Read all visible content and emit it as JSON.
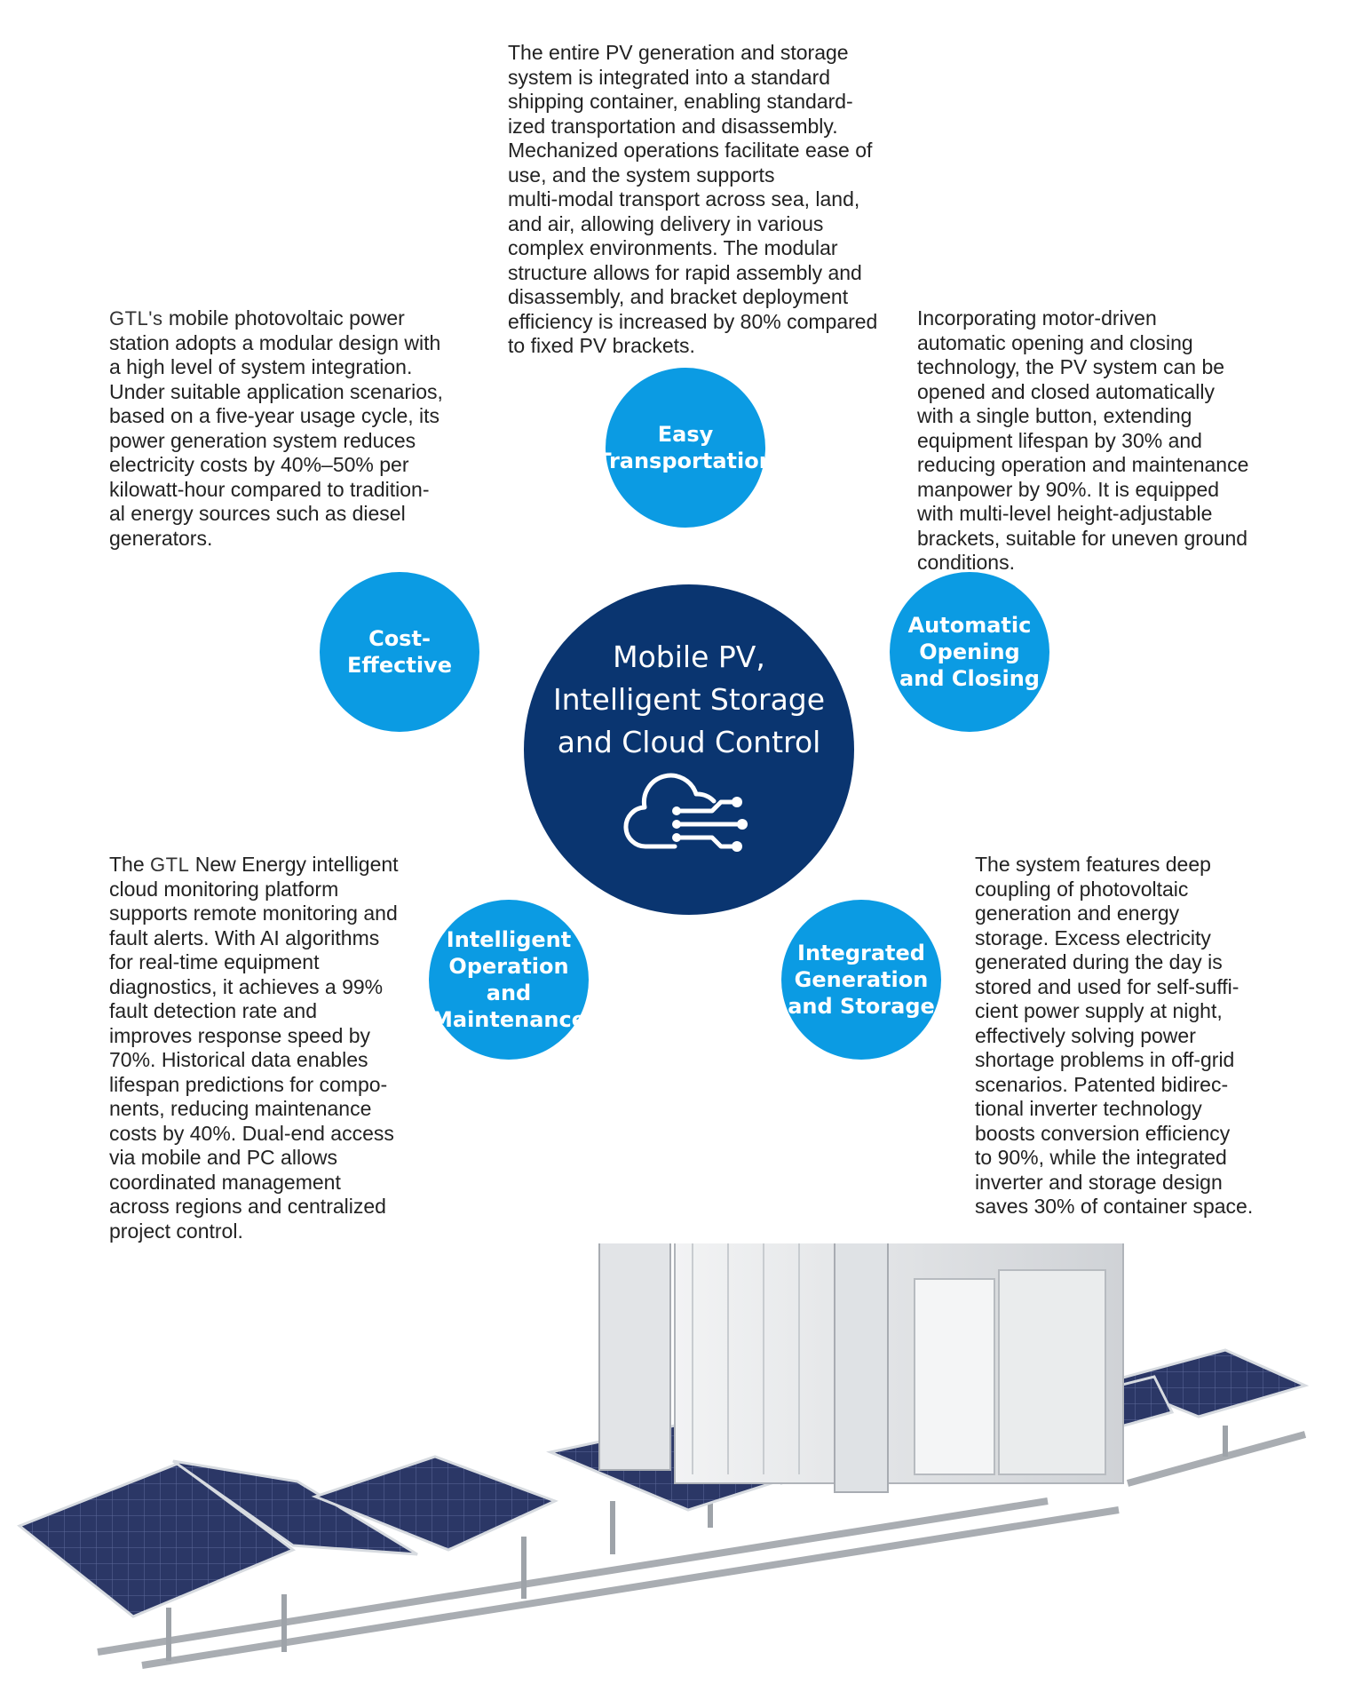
{
  "center": {
    "title": "Mobile PV,\nIntelligent Storage\nand Cloud Control",
    "icon": "cloud-network-icon"
  },
  "features": {
    "easy_transportation": {
      "label": "Easy\nTransportation",
      "description": "The entire PV generation and storage\nsystem is integrated into a standard\nshipping container, enabling standard-\nized transportation and disassembly.\nMechanized operations facilitate ease of\nuse, and the system supports\nmulti-modal transport across sea, land,\nand air, allowing delivery in various\ncomplex environments. The modular\nstructure allows for rapid assembly and\ndisassembly, and bracket deployment\nefficiency is increased by 80% compared\nto fixed PV brackets."
    },
    "cost_effective": {
      "label": "Cost-Effective",
      "brand": "GTL's",
      "description": " mobile photovoltaic power\nstation adopts a modular design with\na high level of system integration.\nUnder suitable application scenarios,\nbased on a five-year usage cycle, its\npower generation system reduces\nelectricity costs by 40%–50% per\nkilowatt-hour compared to tradition-\nal energy sources such as diesel\ngenerators."
    },
    "automatic_opening": {
      "label": "Automatic\nOpening\nand Closing",
      "description": "Incorporating motor-driven\nautomatic opening and closing\ntechnology, the PV system can be\nopened and closed automatically\nwith a single button, extending\nequipment lifespan by 30% and\nreducing operation and maintenance\nmanpower by 90%. It is equipped\nwith multi-level height-adjustable\nbrackets, suitable for uneven ground\nconditions."
    },
    "intelligent_om": {
      "label": "Intelligent\nOperation\nand\nMaintenance",
      "prefix": "The ",
      "brand": "GTL",
      "description": " New Energy intelligent\ncloud monitoring platform\nsupports remote monitoring and\nfault alerts. With AI algorithms\nfor real-time equipment\ndiagnostics, it achieves a 99%\nfault detection rate and\nimproves response speed by\n70%. Historical data enables\nlifespan predictions for compo-\nnents, reducing maintenance\ncosts by 40%. Dual-end access\nvia mobile and PC allows\ncoordinated management\nacross regions and centralized\nproject control."
    },
    "integrated_storage": {
      "label": "Integrated\nGeneration\nand Storage",
      "description": "The system features deep\ncoupling of photovoltaic\ngeneration and energy\nstorage. Excess electricity\ngenerated during the day is\nstored and used for self-suffi-\ncient power supply at night,\neffectively solving power\nshortage problems in off-grid\nscenarios. Patented bidirec-\ntional inverter technology\nboosts conversion efficiency\nto 90%, while the integrated\ninverter and storage design\nsaves 30% of container space."
    }
  },
  "colors": {
    "feature_circle": "#0b9be3",
    "center_circle": "#0a3570",
    "text": "#222222",
    "panel": "#2a3560",
    "container": "#e4e6e8"
  }
}
